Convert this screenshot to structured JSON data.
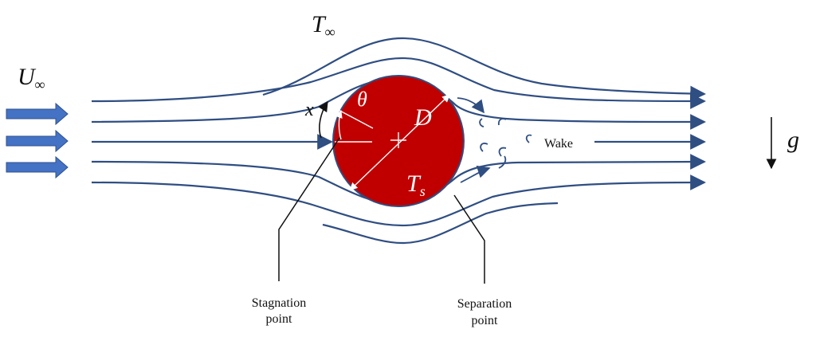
{
  "symbols": {
    "freestream_velocity": "U",
    "freestream_velocity_sub": "∞",
    "freestream_temperature": "T",
    "freestream_temperature_sub": "∞",
    "surface_temperature": "T",
    "surface_temperature_sub": "s",
    "diameter": "D",
    "angle": "θ",
    "arc_coordinate": "x",
    "gravity": "g"
  },
  "labels": {
    "wake": "Wake",
    "stagnation_line1": "Stagnation",
    "stagnation_line2": "point",
    "separation_line1": "Separation",
    "separation_line2": "point"
  },
  "colors": {
    "cylinder_fill": "#c00000",
    "cylinder_stroke": "#2f4e82",
    "streamline": "#2f4e82",
    "inflow_arrow": "#4472c4",
    "inflow_arrow_stroke": "#2f528f",
    "annotation_white": "#ffffff",
    "text": "#111111"
  }
}
